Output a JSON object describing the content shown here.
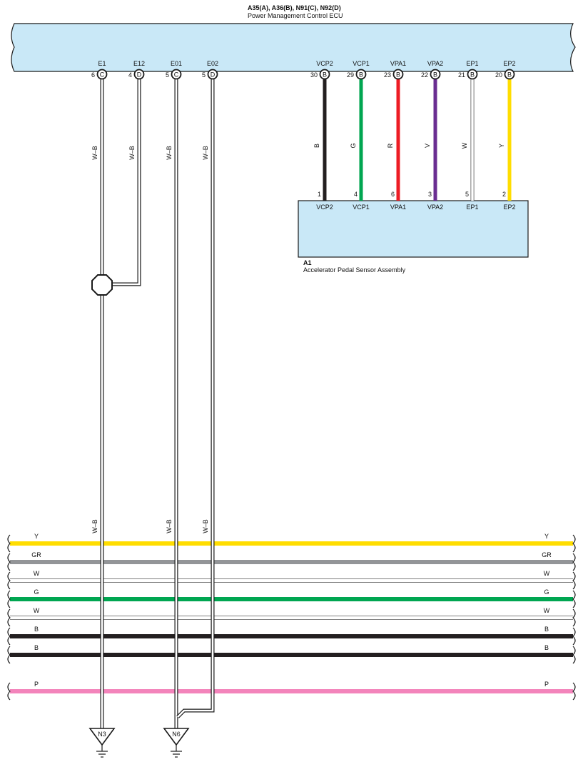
{
  "ecu": {
    "connectors_title": "A35(A), A36(B), N91(C), N92(D)",
    "name": "Power Management Control ECU",
    "bg_color": "#c9e8f7"
  },
  "ecu_ground_pins": [
    {
      "terminal": "E1",
      "pin": "6",
      "connector": "C",
      "wire_color_code": "W–B",
      "ground": "N3"
    },
    {
      "terminal": "E12",
      "pin": "4",
      "connector": "D",
      "wire_color_code": "W–B"
    },
    {
      "terminal": "E01",
      "pin": "5",
      "connector": "C",
      "wire_color_code": "W–B",
      "ground": "N6"
    },
    {
      "terminal": "E02",
      "pin": "5",
      "connector": "D",
      "wire_color_code": "W–B",
      "ground": "N6"
    }
  ],
  "sensor_wires": [
    {
      "ecu_terminal": "VCP2",
      "ecu_pin": "30",
      "connector": "B",
      "wire_color_code": "B",
      "hex": "#231f20",
      "sensor_pin": "1",
      "sensor_terminal": "VCP2"
    },
    {
      "ecu_terminal": "VCP1",
      "ecu_pin": "29",
      "connector": "B",
      "wire_color_code": "G",
      "hex": "#00a651",
      "sensor_pin": "4",
      "sensor_terminal": "VCP1"
    },
    {
      "ecu_terminal": "VPA1",
      "ecu_pin": "23",
      "connector": "B",
      "wire_color_code": "R",
      "hex": "#ed1c24",
      "sensor_pin": "6",
      "sensor_terminal": "VPA1"
    },
    {
      "ecu_terminal": "VPA2",
      "ecu_pin": "22",
      "connector": "B",
      "wire_color_code": "V",
      "hex": "#6a2d91",
      "sensor_pin": "3",
      "sensor_terminal": "VPA2"
    },
    {
      "ecu_terminal": "EP1",
      "ecu_pin": "21",
      "connector": "B",
      "wire_color_code": "W",
      "hex": "#ffffff",
      "sensor_pin": "5",
      "sensor_terminal": "EP1"
    },
    {
      "ecu_terminal": "EP2",
      "ecu_pin": "20",
      "connector": "B",
      "wire_color_code": "Y",
      "hex": "#ffdd00",
      "sensor_pin": "2",
      "sensor_terminal": "EP2"
    }
  ],
  "sensor": {
    "code": "A1",
    "name": "Accelerator Pedal Sensor Assembly",
    "bg_color": "#c9e8f7"
  },
  "harness_lines": [
    {
      "label": "Y",
      "hex": "#ffdd00"
    },
    {
      "label": "GR",
      "hex": "#939598"
    },
    {
      "label": "W",
      "hex": "#ffffff"
    },
    {
      "label": "G",
      "hex": "#00a651"
    },
    {
      "label": "W",
      "hex": "#ffffff"
    },
    {
      "label": "B",
      "hex": "#231f20"
    },
    {
      "label": "B",
      "hex": "#231f20"
    },
    {
      "label": "P",
      "hex": "#f384bb"
    }
  ],
  "ground_symbols": [
    "N3",
    "N6"
  ]
}
